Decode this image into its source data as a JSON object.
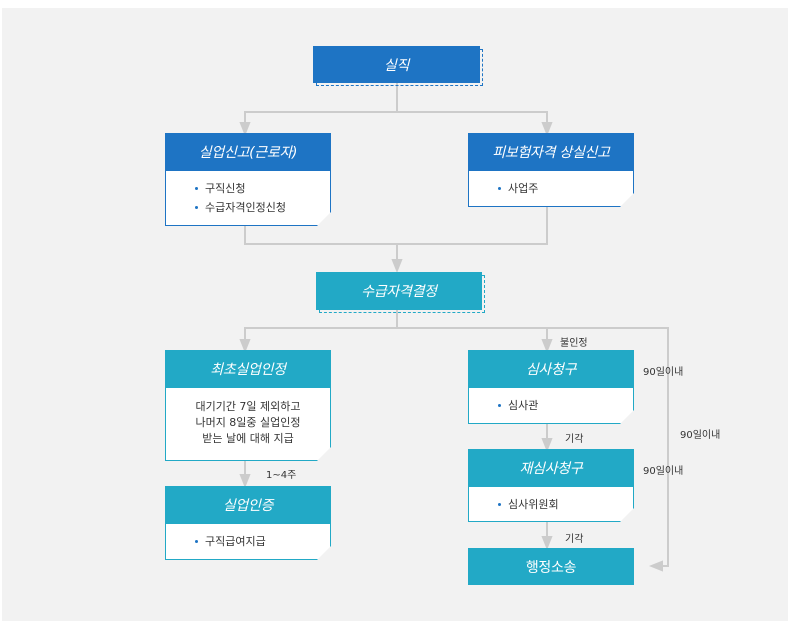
{
  "nodes": {
    "job_loss": {
      "title": "실직"
    },
    "unemployment_report": {
      "title": "실업신고(근로자)",
      "items": [
        "구직신청",
        "수급자격인정신청"
      ]
    },
    "insurance_loss_report": {
      "title": "피보험자격 상실신고",
      "items": [
        "사업주"
      ]
    },
    "eligibility_decision": {
      "title": "수급자격결정"
    },
    "initial_recognition": {
      "title": "최초실업인정",
      "lines": [
        "대기기간 7일 제외하고",
        "나머지 8일중 실업인정",
        "받는 날에 대해 지급"
      ]
    },
    "unemployment_certification": {
      "title": "실업인증",
      "items": [
        "구직급여지급"
      ]
    },
    "review_request": {
      "title": "심사청구",
      "items": [
        "심사관"
      ]
    },
    "rereview_request": {
      "title": "재심사청구",
      "items": [
        "심사위원회"
      ]
    },
    "admin_litigation": {
      "title": "행정소송"
    }
  },
  "edge_labels": {
    "rejection": "불인정",
    "weeks": "1~4주",
    "dismissal_1": "기각",
    "dismissal_2": "기각",
    "within_90_1": "90일이내",
    "within_90_2": "90일이내",
    "within_90_3": "90일이내"
  },
  "colors": {
    "blue": "#1e74c4",
    "cyan": "#22a9c6",
    "line": "#cccccc",
    "background": "#f2f2f2"
  }
}
